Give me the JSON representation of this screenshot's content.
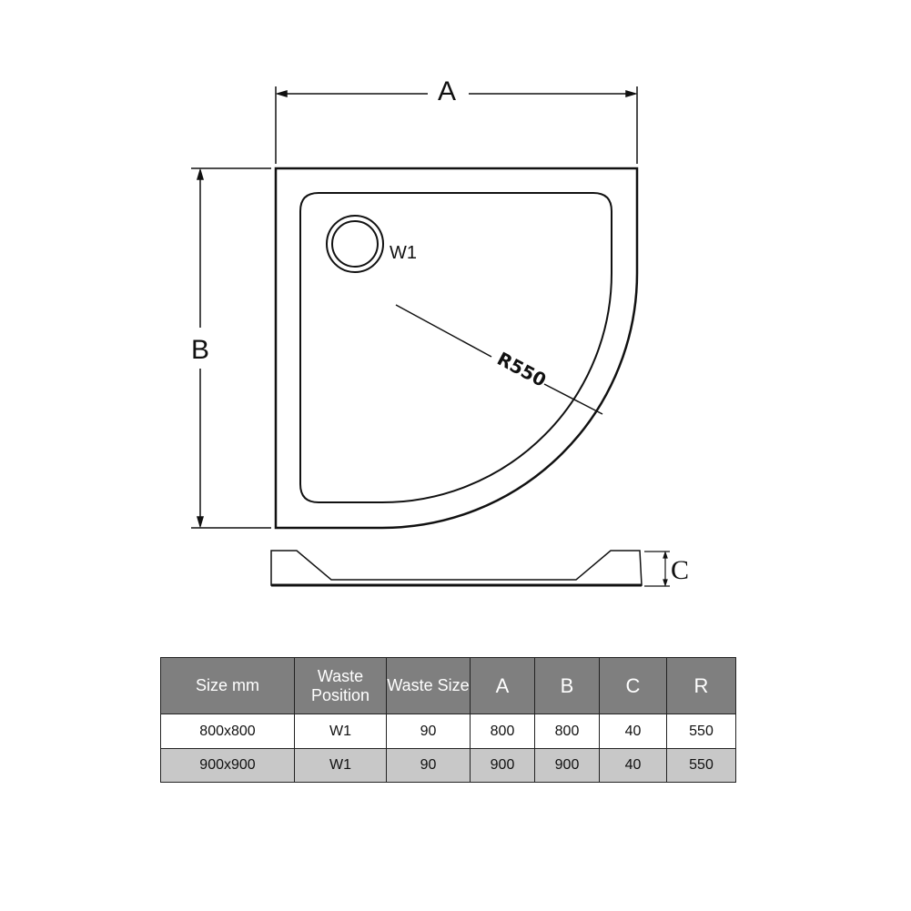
{
  "diagram": {
    "dim_a": "A",
    "dim_b": "B",
    "dim_c": "C",
    "waste_label": "W1",
    "radius_label": "R550"
  },
  "table": {
    "headers": [
      "Size mm",
      "Waste Position",
      "Waste Size",
      "A",
      "B",
      "C",
      "R"
    ],
    "rows": [
      [
        "800x800",
        "W1",
        "90",
        "800",
        "800",
        "40",
        "550"
      ],
      [
        "900x900",
        "W1",
        "90",
        "900",
        "900",
        "40",
        "550"
      ]
    ]
  }
}
